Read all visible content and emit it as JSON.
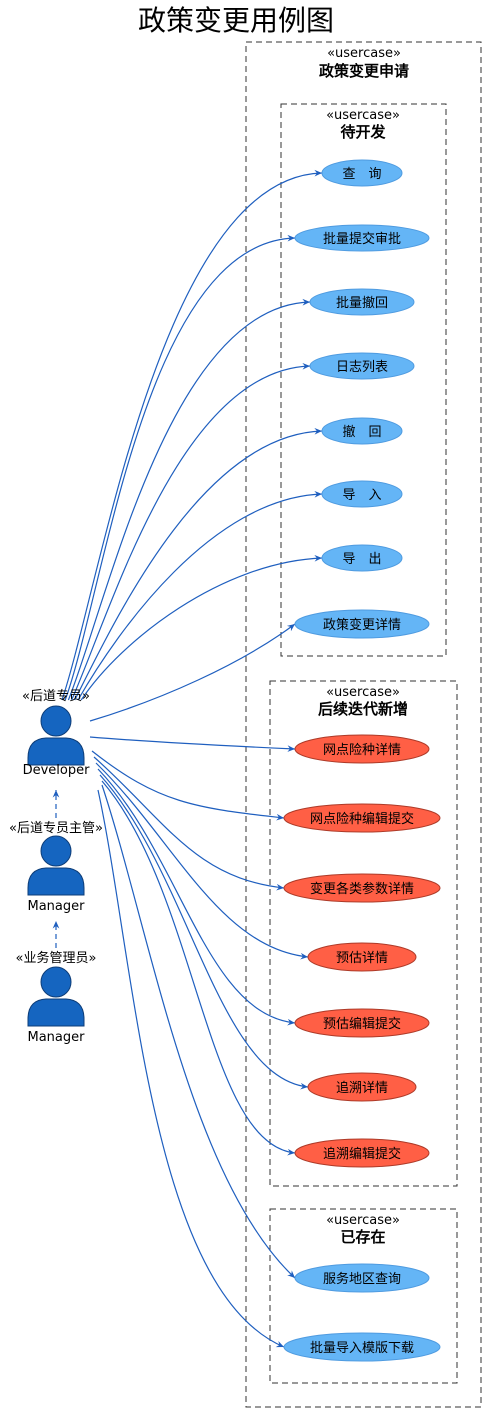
{
  "title": "政策变更用例图",
  "system": {
    "stereotype": "«usercase»",
    "name": "政策变更申请"
  },
  "packages": {
    "pending": {
      "stereotype": "«usercase»",
      "name": "待开发"
    },
    "next": {
      "stereotype": "«usercase»",
      "name": "后续迭代新增"
    },
    "existing": {
      "stereotype": "«usercase»",
      "name": "已存在"
    }
  },
  "actors": [
    {
      "stereotype": "«后道专员»",
      "name": "Developer"
    },
    {
      "stereotype": "«后道专员主管»",
      "name": "Manager"
    },
    {
      "stereotype": "«业务管理员»",
      "name": "Manager"
    }
  ],
  "usecases": {
    "pending": [
      "查　询",
      "批量提交审批",
      "批量撤回",
      "日志列表",
      "撤　回",
      "导　入",
      "导　出",
      "政策变更详情"
    ],
    "next": [
      "网点险种详情",
      "网点险种编辑提交",
      "变更各类参数详情",
      "预估详情",
      "预估编辑提交",
      "追溯详情",
      "追溯编辑提交"
    ],
    "existing": [
      "服务地区查询",
      "批量导入模版下载"
    ]
  },
  "colors": {
    "blue_usecase": "#64b5f6",
    "red_usecase": "#ff5f45",
    "actor_fill": "#1565c0",
    "arrow": "#1f5fbf"
  }
}
